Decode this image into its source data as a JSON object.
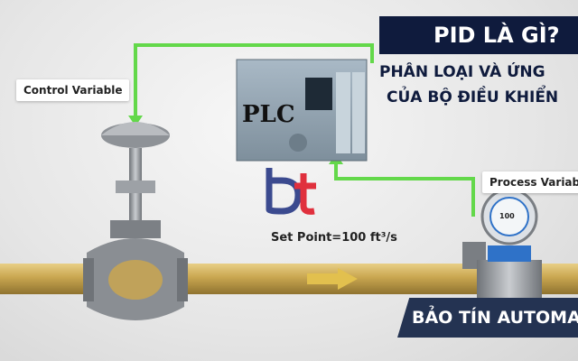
{
  "title": "PID LÀ GÌ?",
  "subtitle_line1": "PHÂN LOẠI VÀ ỨNG",
  "subtitle_line2": "CỦA BỘ ĐIỀU KHIỂN",
  "labels": {
    "control_variable": "Control Variable",
    "process_variable": "Process Variable",
    "plc": "PLC",
    "set_point": "Set Point=100 ft³/s",
    "meter_reading": "100"
  },
  "brand": "BẢO TÍN AUTOMA",
  "colors": {
    "title_bg": "#0f1b3d",
    "signal_line": "#63d84a",
    "pipe": "#c9a650",
    "brand_bg": "#243352",
    "logo_blue": "#3b4a8f",
    "logo_red": "#e0303d"
  }
}
